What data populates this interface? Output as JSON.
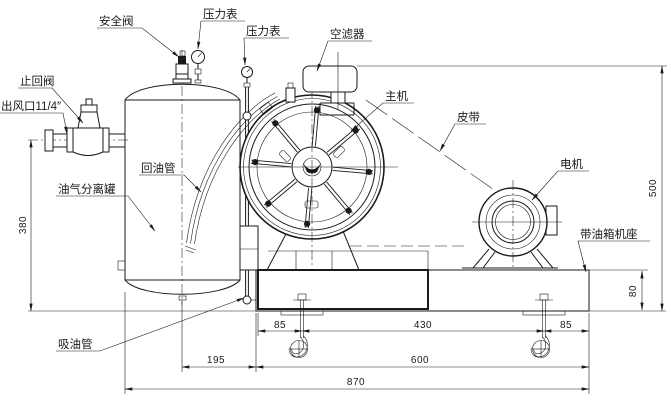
{
  "drawing": {
    "title_note": "",
    "colors": {
      "line": "#1a1a1a",
      "background": "#ffffff"
    },
    "labels": {
      "safety_valve": "安全阀",
      "pressure_gauge_1": "压力表",
      "pressure_gauge_2": "压力表",
      "air_filter": "空滤器",
      "main_unit": "主机",
      "belt": "皮带",
      "motor": "电机",
      "base_with_oil_tank": "带油箱机座",
      "check_valve": "止回阀",
      "air_outlet": "出风口11/4″",
      "oil_return_pipe": "回油管",
      "oil_gas_separator_tank": "油气分离罐",
      "oil_suction_pipe": "吸油管"
    },
    "dimensions": {
      "outlet_height": "380",
      "overall_height": "500",
      "base_height": "80",
      "bolt_left_offset": "85",
      "bolt_spacing": "430",
      "bolt_right_offset": "85",
      "tank_to_base": "195",
      "base_length": "600",
      "overall_length": "870"
    }
  }
}
